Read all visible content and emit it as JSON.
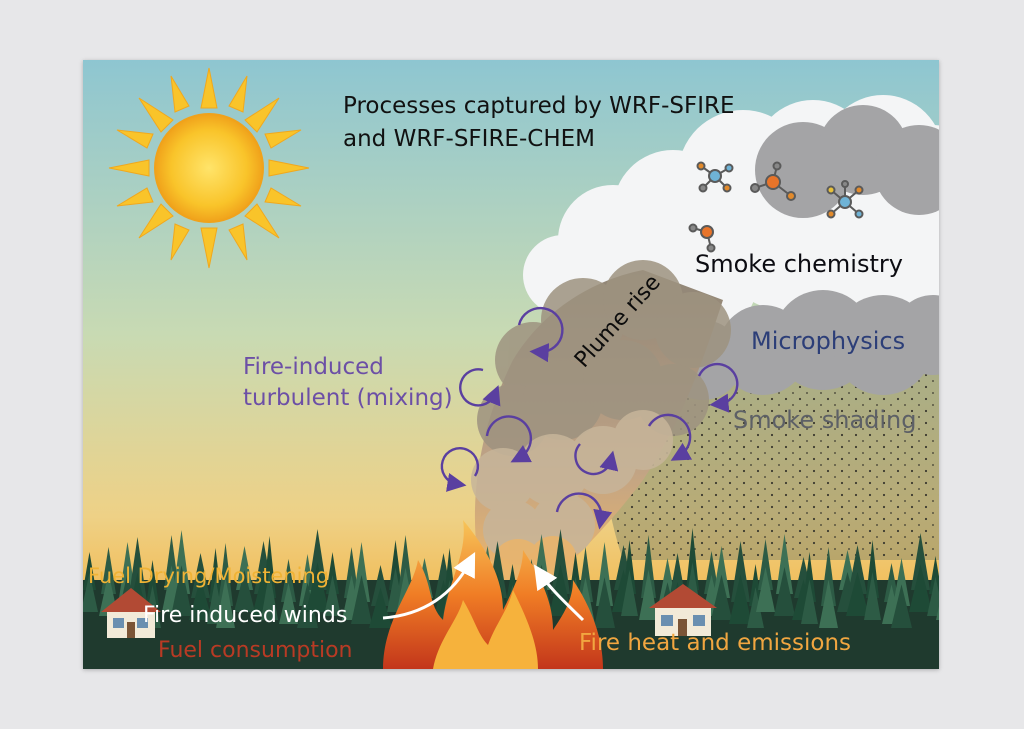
{
  "title": "Processes captured by WRF-SFIRE\nand WRF-SFIRE-CHEM",
  "labels": {
    "smoke_chemistry": "Smoke chemistry",
    "microphysics": "Microphysics",
    "smoke_shading": "Smoke shading",
    "turbulent_mixing": "Fire-induced\nturbulent (mixing)",
    "plume_rise": "Plume rise",
    "fuel_drying": "Fuel Drying/Moistening",
    "fire_winds": "Fire induced winds",
    "fuel_consumption": "Fuel consumption",
    "fire_heat": "Fire heat and emissions"
  },
  "colors": {
    "sky_top": "#8ec6d1",
    "sky_mid": "#cfd9a8",
    "sky_horizon": "#f3b548",
    "forest_dark": "#1f3a2e",
    "smoke_white": "#f4f5f6",
    "smoke_gray": "#9a9a9c",
    "smoke_brown": "#a39074",
    "fire_orange": "#f0882a",
    "sun_yellow": "#f8c32a",
    "eddy_purple": "#5a3fa0"
  },
  "icons": [
    "sun-icon",
    "house-icon",
    "molecule-icon",
    "eddy-arrow-icon",
    "fire-flame-icon",
    "wind-arrow-icon"
  ]
}
